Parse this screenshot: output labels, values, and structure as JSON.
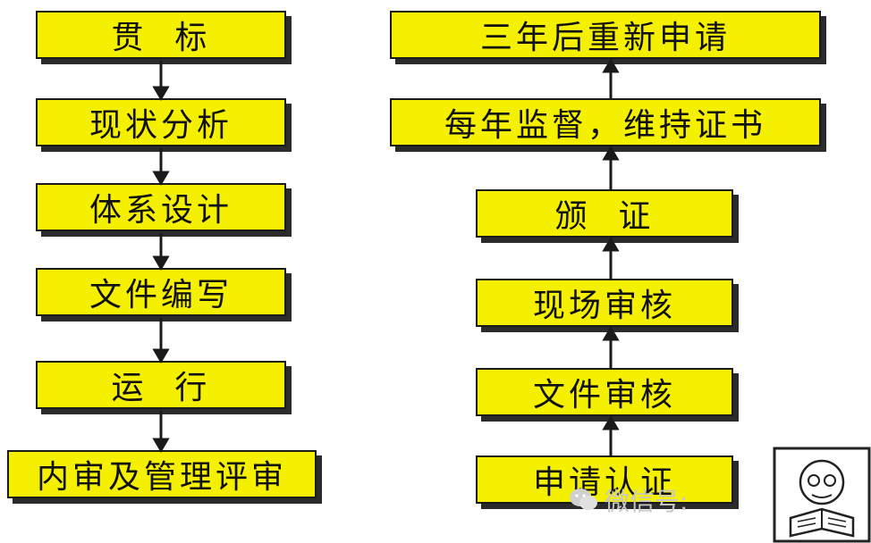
{
  "left_steps": [
    "贯  标",
    "现状分析",
    "体系设计",
    "文件编写",
    "运  行",
    "内审及管理评审"
  ],
  "right_steps": [
    "三年后重新申请",
    "每年监督，维持证书",
    "颁  证",
    "现场审核",
    "文件审核",
    "申请认证"
  ],
  "watermark": {
    "icon": "wechat-icon",
    "text": "微信号:"
  },
  "colors": {
    "box_fill": "#f5f000",
    "border": "#1a1a1a",
    "arrow": "#1a1a1a"
  }
}
